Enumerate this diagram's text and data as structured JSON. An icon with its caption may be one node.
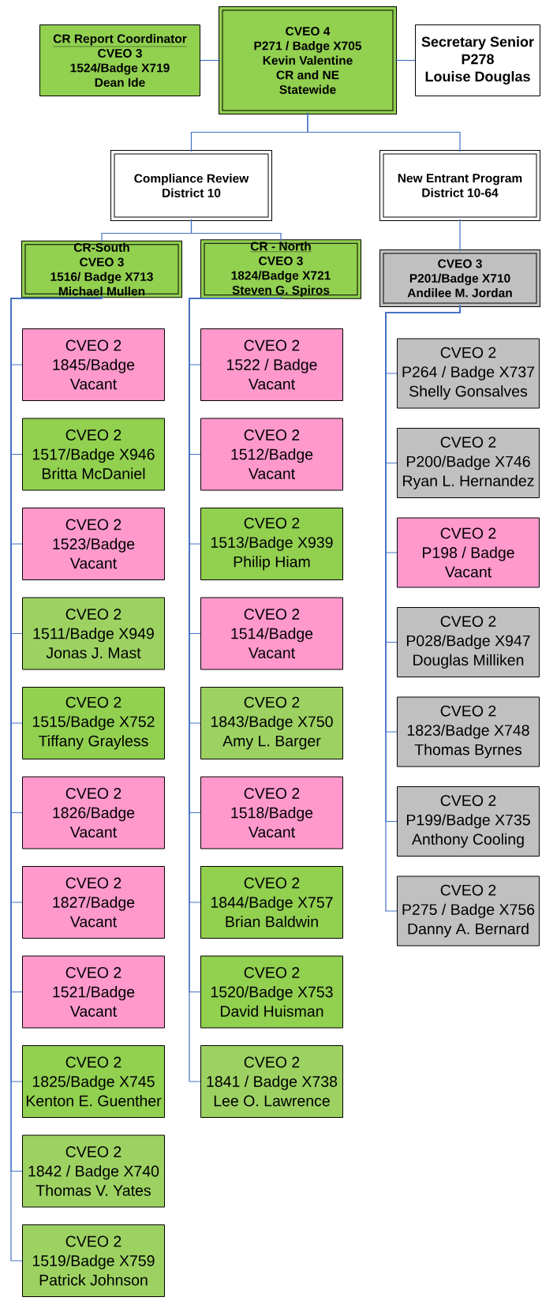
{
  "diagram": {
    "nodes": [
      {
        "text": [
          "CR Report Coordinator",
          "CVEO 3",
          "1524/Badge X719",
          "Dean Ide"
        ]
      },
      {
        "text": [
          "CVEO 4",
          "P271 / Badge X705",
          "Kevin Valentine",
          "CR and NE",
          "Statewide"
        ]
      },
      {
        "text": [
          "Secretary Senior",
          "P278",
          "Louise Douglas"
        ]
      },
      {
        "text": [
          "Compliance Review",
          "District 10"
        ]
      },
      {
        "text": [
          "New Entrant Program",
          "District 10-64"
        ]
      },
      {
        "text": [
          "CR-South",
          "CVEO 3",
          "1516/ Badge X713",
          "Michael Mullen"
        ]
      },
      {
        "text": [
          "CR - North",
          "CVEO 3",
          "1824/Badge X721",
          "Steven G. Spiros"
        ]
      },
      {
        "text": [
          "CVEO 3",
          "P201/Badge X710",
          "Andilee M. Jordan"
        ]
      },
      {
        "text": [
          "CVEO 2",
          "1845/Badge",
          "Vacant"
        ]
      },
      {
        "text": [
          "CVEO 2",
          "1517/Badge X946",
          "Britta McDaniel"
        ]
      },
      {
        "text": [
          "CVEO 2",
          "1523/Badge",
          "Vacant"
        ]
      },
      {
        "text": [
          "CVEO 2",
          "1511/Badge X949",
          "Jonas J. Mast"
        ]
      },
      {
        "text": [
          "CVEO 2",
          "1515/Badge X752",
          "Tiffany Grayless"
        ]
      },
      {
        "text": [
          "CVEO 2",
          "1826/Badge",
          "Vacant"
        ]
      },
      {
        "text": [
          "CVEO 2",
          "1827/Badge",
          "Vacant"
        ]
      },
      {
        "text": [
          "CVEO 2",
          "1521/Badge",
          "Vacant"
        ]
      },
      {
        "text": [
          "CVEO 2",
          "1825/Badge X745",
          "Kenton E. Guenther"
        ]
      },
      {
        "text": [
          "CVEO 2",
          "1842 / Badge X740",
          "Thomas V. Yates"
        ]
      },
      {
        "text": [
          "CVEO 2",
          "1519/Badge X759",
          "Patrick Johnson"
        ]
      },
      {
        "text": [
          "CVEO 2",
          "1522 / Badge",
          "Vacant"
        ]
      },
      {
        "text": [
          "CVEO 2",
          "1512/Badge",
          "Vacant"
        ]
      },
      {
        "text": [
          "CVEO 2",
          "1513/Badge X939",
          "Philip Hiam"
        ]
      },
      {
        "text": [
          "CVEO 2",
          "1514/Badge",
          "Vacant"
        ]
      },
      {
        "text": [
          "CVEO 2",
          "1843/Badge X750",
          "Amy L. Barger"
        ]
      },
      {
        "text": [
          "CVEO 2",
          "1518/Badge",
          "Vacant"
        ]
      },
      {
        "text": [
          "CVEO 2",
          "1844/Badge X757",
          "Brian Baldwin"
        ]
      },
      {
        "text": [
          "CVEO 2",
          "1520/Badge X753",
          "David Huisman"
        ]
      },
      {
        "text": [
          "CVEO 2",
          "1841 / Badge X738",
          "Lee O. Lawrence"
        ]
      },
      {
        "text": [
          "CVEO 2",
          "P264 / Badge X737",
          "Shelly Gonsalves"
        ]
      },
      {
        "text": [
          "CVEO 2",
          "P200/Badge X746",
          "Ryan L. Hernandez"
        ]
      },
      {
        "text": [
          "CVEO 2",
          "P198 / Badge",
          "Vacant"
        ]
      },
      {
        "text": [
          "CVEO 2",
          "P028/Badge X947",
          "Douglas Milliken"
        ]
      },
      {
        "text": [
          "CVEO 2",
          "1823/Badge X748",
          "Thomas Byrnes"
        ]
      },
      {
        "text": [
          "CVEO 2",
          "P199/Badge X735",
          "Anthony Cooling"
        ]
      },
      {
        "text": [
          "CVEO 2",
          "P275 / Badge X756",
          "Danny A. Bernard"
        ]
      }
    ],
    "edges": [
      {
        "from": 1,
        "to": 0,
        "arrow": "none"
      },
      {
        "from": 1,
        "to": 2,
        "arrow": "none"
      },
      {
        "from": 1,
        "to": 3,
        "arrow": "none"
      },
      {
        "from": 1,
        "to": 4,
        "arrow": "none"
      },
      {
        "from": 3,
        "to": 5,
        "arrow": "none"
      },
      {
        "from": 3,
        "to": 6,
        "arrow": "none"
      },
      {
        "from": 4,
        "to": 7,
        "arrow": "none"
      },
      {
        "from": 5,
        "to": 8,
        "arrow": "none"
      },
      {
        "from": 5,
        "to": 9,
        "arrow": "none"
      },
      {
        "from": 5,
        "to": 10,
        "arrow": "none"
      },
      {
        "from": 5,
        "to": 11,
        "arrow": "none"
      },
      {
        "from": 5,
        "to": 12,
        "arrow": "none"
      },
      {
        "from": 5,
        "to": 13,
        "arrow": "none"
      },
      {
        "from": 5,
        "to": 14,
        "arrow": "none"
      },
      {
        "from": 5,
        "to": 15,
        "arrow": "none"
      },
      {
        "from": 5,
        "to": 16,
        "arrow": "none"
      },
      {
        "from": 5,
        "to": 17,
        "arrow": "none"
      },
      {
        "from": 5,
        "to": 18,
        "arrow": "none"
      },
      {
        "from": 6,
        "to": 19,
        "arrow": "none"
      },
      {
        "from": 6,
        "to": 20,
        "arrow": "none"
      },
      {
        "from": 6,
        "to": 21,
        "arrow": "none"
      },
      {
        "from": 6,
        "to": 22,
        "arrow": "none"
      },
      {
        "from": 6,
        "to": 23,
        "arrow": "none"
      },
      {
        "from": 6,
        "to": 24,
        "arrow": "none"
      },
      {
        "from": 6,
        "to": 25,
        "arrow": "none"
      },
      {
        "from": 6,
        "to": 26,
        "arrow": "none"
      },
      {
        "from": 6,
        "to": 27,
        "arrow": "none"
      },
      {
        "from": 7,
        "to": 28,
        "arrow": "none"
      },
      {
        "from": 7,
        "to": 29,
        "arrow": "none"
      },
      {
        "from": 7,
        "to": 30,
        "arrow": "none"
      },
      {
        "from": 7,
        "to": 31,
        "arrow": "none"
      },
      {
        "from": 7,
        "to": 32,
        "arrow": "none"
      },
      {
        "from": 7,
        "to": 33,
        "arrow": "none"
      },
      {
        "from": 7,
        "to": 34,
        "arrow": "none"
      }
    ]
  }
}
